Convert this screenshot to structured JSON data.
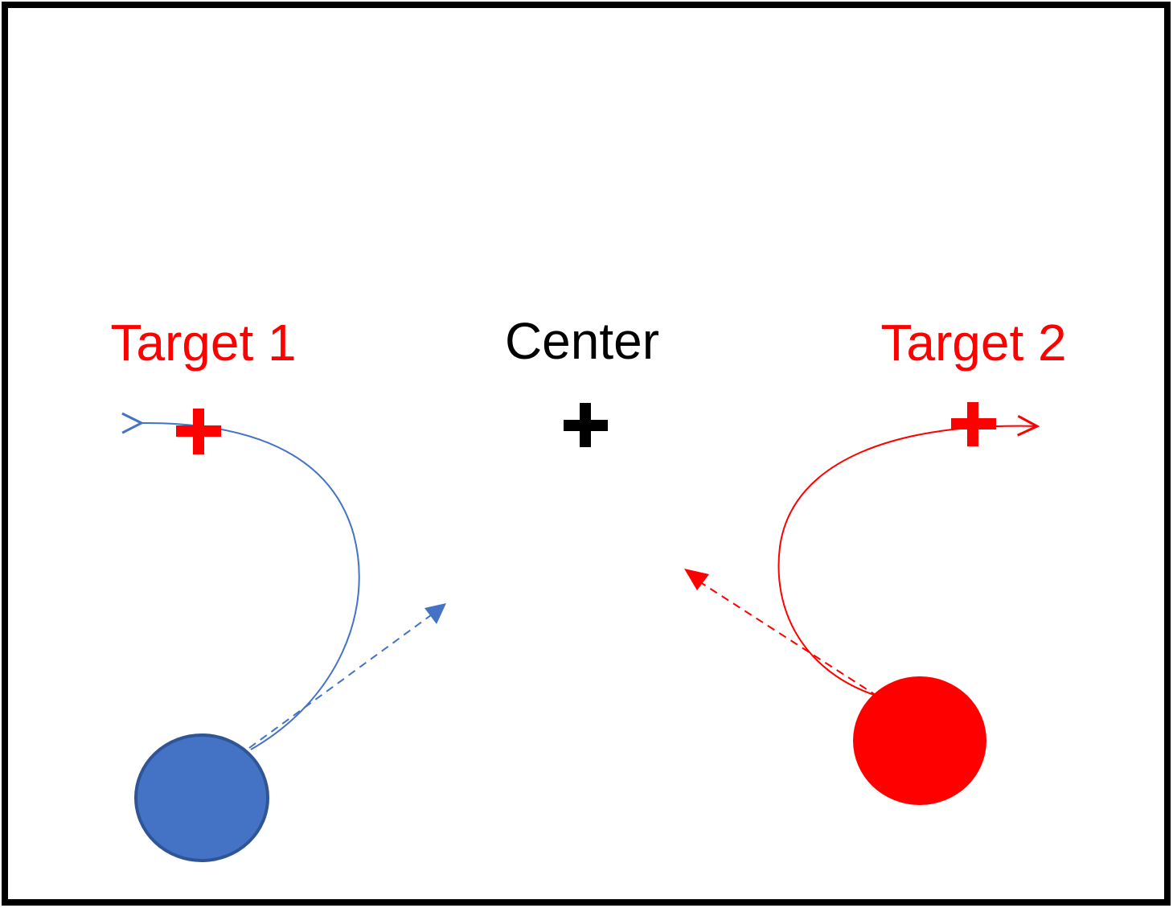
{
  "labels": {
    "target1": "Target 1",
    "center": "Center",
    "target2": "Target 2"
  },
  "colors": {
    "frame": "#000000",
    "background": "#ffffff",
    "target_label": "#ff0000",
    "center_label": "#000000",
    "target_cross": "#ff0000",
    "center_cross": "#000000",
    "blue_ball_fill": "#4472c4",
    "blue_ball_stroke": "#2f5597",
    "blue_path": "#4472c4",
    "red_ball_fill": "#ff0000",
    "red_path": "#ff0000"
  },
  "icons": {
    "target1_marker": "plus-icon",
    "center_marker": "plus-icon",
    "target2_marker": "plus-icon"
  }
}
